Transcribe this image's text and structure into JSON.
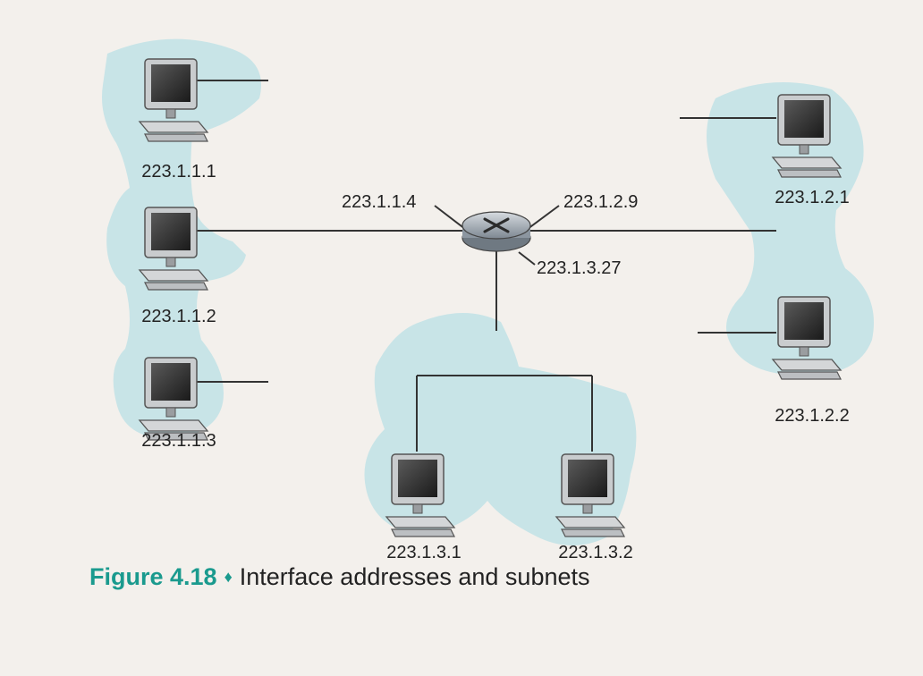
{
  "figure": {
    "number": "Figure 4.18",
    "separator": "♦",
    "title": "Interface addresses and subnets"
  },
  "hosts": [
    {
      "address": "223.1.1.1"
    },
    {
      "address": "223.1.1.2"
    },
    {
      "address": "223.1.1.3"
    },
    {
      "address": "223.1.2.1"
    },
    {
      "address": "223.1.2.2"
    },
    {
      "address": "223.1.3.1"
    },
    {
      "address": "223.1.3.2"
    }
  ],
  "router_interfaces": [
    {
      "address": "223.1.1.4"
    },
    {
      "address": "223.1.2.9"
    },
    {
      "address": "223.1.3.27"
    }
  ],
  "colors": {
    "subnet_fill": "#bfe2e6",
    "caption_accent": "#1a9a8e",
    "line": "#333333",
    "router": "#9aa4ad"
  },
  "icons": {
    "host": "desktop-computer-icon",
    "router": "router-icon"
  }
}
